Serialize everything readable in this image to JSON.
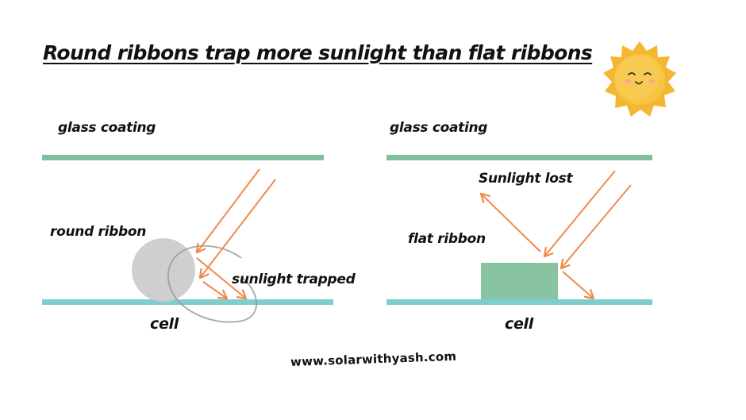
{
  "title": "Round ribbons trap more sunlight than flat ribbons",
  "footer": {
    "url": "www.solarwithyash.com"
  },
  "colors": {
    "glass": "#7fbf9a",
    "cell": "#7ecdcf",
    "ray": "#f08a4b",
    "round_ribbon": "#cccccc",
    "flat_ribbon": "#88c4a2",
    "sun": "#f7c443",
    "sun_rays": "#f5b731"
  },
  "left_panel": {
    "glass_label": "glass coating",
    "ribbon_label": "round ribbon",
    "result_label": "sunlight trapped",
    "cell_label": "cell"
  },
  "right_panel": {
    "glass_label": "glass coating",
    "ribbon_label": "flat ribbon",
    "result_label": "Sunlight lost",
    "cell_label": "cell"
  },
  "icons": {
    "sun": "smiling-sun-icon"
  }
}
